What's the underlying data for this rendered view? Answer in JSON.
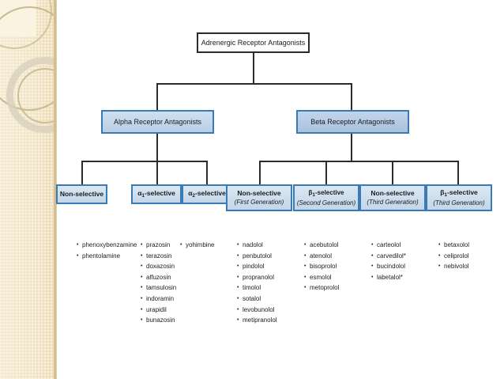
{
  "slide": {
    "title_node": "Adrenergic Receptor Antagonists"
  },
  "level2": [
    {
      "label": "Alpha Receptor Antagonists",
      "name": "alpha-receptor-antagonists"
    },
    {
      "label": "Beta Receptor Antagonists",
      "name": "beta-receptor-antagonists"
    }
  ],
  "level3": [
    {
      "label": "Non-selective",
      "sub": "",
      "generation": "",
      "name": "alpha-non-selective"
    },
    {
      "label": "-selective",
      "sub": "1",
      "prefix": "α",
      "generation": "",
      "name": "alpha1-selective"
    },
    {
      "label": "-selective",
      "sub": "2",
      "prefix": "α",
      "generation": "",
      "name": "alpha2-selective"
    },
    {
      "label": "Non-selective",
      "sub": "",
      "prefix": "",
      "generation": "(First Generation)",
      "name": "beta-non-selective-first-gen"
    },
    {
      "label": "-selective",
      "sub": "1",
      "prefix": "β",
      "generation": "(Second Generation)",
      "name": "beta1-selective-second-gen"
    },
    {
      "label": "Non-selective",
      "sub": "",
      "prefix": "",
      "generation": "(Third Generation)",
      "name": "beta-non-selective-third-gen"
    },
    {
      "label": "-selective",
      "sub": "1",
      "prefix": "β",
      "generation": "(Third Generation)",
      "name": "beta1-selective-third-gen"
    }
  ],
  "drug_lists": [
    {
      "name": "alpha-non-selective-drugs",
      "items": [
        "phenoxybenzamine",
        "phentolamine"
      ]
    },
    {
      "name": "alpha1-selective-drugs",
      "items": [
        "prazosin",
        "terazosin",
        "doxazosin",
        "alfuzosin",
        "tamsulosin",
        "indoramin",
        "urapidil",
        "bunazosin"
      ]
    },
    {
      "name": "alpha2-selective-drugs",
      "items": [
        "yohimbine"
      ]
    },
    {
      "name": "beta-non-selective-first-gen-drugs",
      "items": [
        "nadolol",
        "penbutolol",
        "pindolol",
        "propranolol",
        "timolol",
        "sotalol",
        "levobunolol",
        "metipranolol"
      ]
    },
    {
      "name": "beta1-selective-second-gen-drugs",
      "items": [
        "acebutolol",
        "atenolol",
        "bisoprolol",
        "esmolol",
        "metoprolol"
      ]
    },
    {
      "name": "beta-non-selective-third-gen-drugs",
      "items": [
        "carteolol",
        "carvedilol*",
        "bucindolol",
        "labetalol*"
      ]
    },
    {
      "name": "beta1-selective-third-gen-drugs",
      "items": [
        "betaxolol",
        "celiprolol",
        "nebivolol"
      ]
    }
  ],
  "colors": {
    "root_border": "#2b2b2b",
    "node_border": "#3a7ab5",
    "alpha_fill": "#cfdff0",
    "beta_fill": "#b8cce4",
    "leaf_fill": "#dbe7f3",
    "band": "#f0e2bf",
    "connector": "#2b2b2b"
  }
}
